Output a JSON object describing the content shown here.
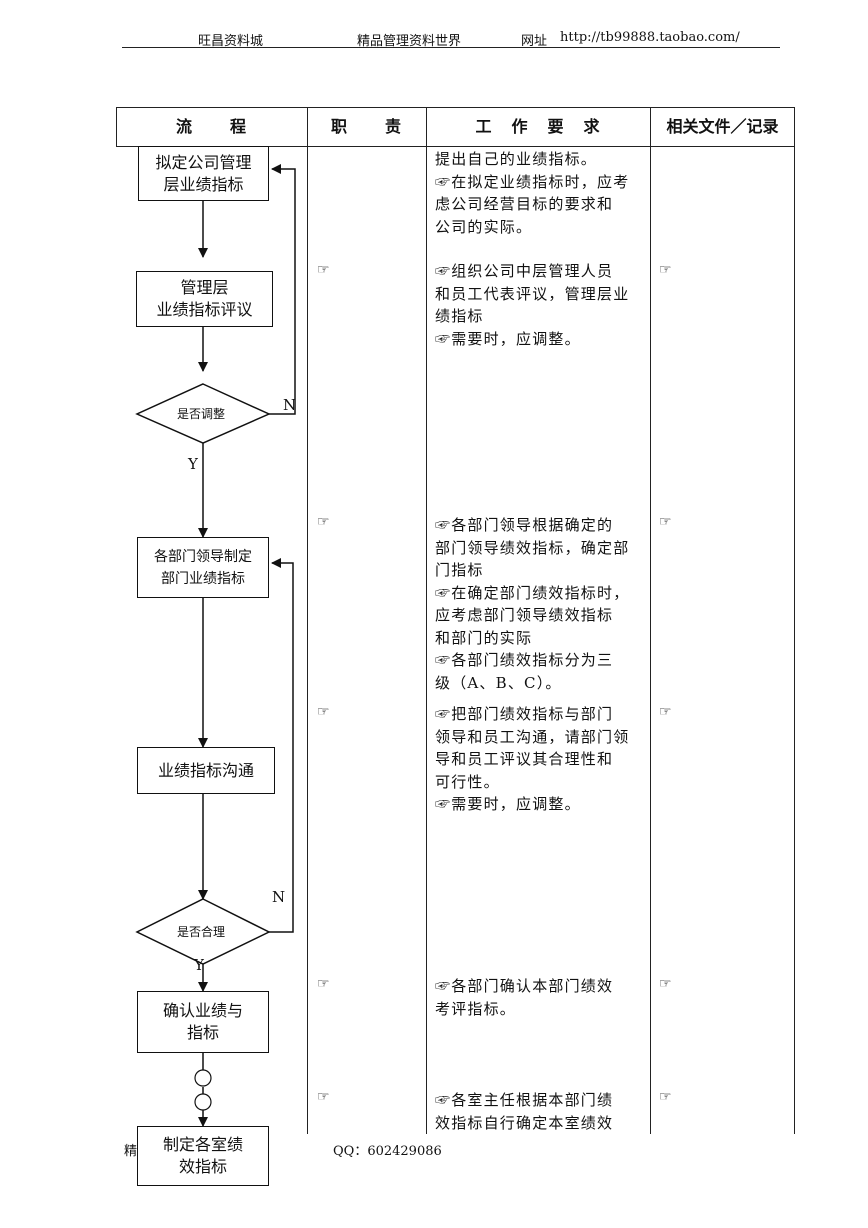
{
  "header": {
    "left": "旺昌资料城",
    "center": "精品管理资料世界",
    "url_label": "网址",
    "url": "http://tb99888.taobao.com/"
  },
  "table": {
    "col_flow": "流　　程",
    "col_duty": "职　　责",
    "col_req": "工　作　要　求",
    "col_docs": "相关文件／记录"
  },
  "flow": {
    "box1": [
      "拟定公司管理",
      "层业绩指标"
    ],
    "box2": [
      "管理层",
      "业绩指标评议"
    ],
    "decision1": "是否调整",
    "decision1_no": "N",
    "decision1_yes": "Y",
    "box3": [
      "各部门领导制定",
      "部门业绩指标"
    ],
    "box4": "业绩指标沟通",
    "decision2": "是否合理",
    "decision2_no": "N",
    "decision2_yes": "Y",
    "box5": [
      "确认业绩与",
      "指标"
    ],
    "connector1": "①",
    "connector2": "①",
    "box6": [
      "制定各室绩",
      "效指标"
    ]
  },
  "mark": "☞",
  "requirements": {
    "r1": [
      "提出自己的业绩指标。",
      "☞在拟定业绩指标时，应考",
      "虑公司经营目标的要求和",
      "公司的实际。"
    ],
    "r2": [
      "☞组织公司中层管理人员",
      "和员工代表评议，管理层业",
      "绩指标",
      "☞需要时，应调整。"
    ],
    "r3": [
      "☞各部门领导根据确定的",
      "部门领导绩效指标，确定部",
      "门指标",
      "☞在确定部门绩效指标时，",
      "应考虑部门领导绩效指标",
      "和部门的实际",
      "☞各部门绩效指标分为三",
      "级（A、B、C）。"
    ],
    "r4": [
      "☞把部门绩效指标与部门",
      "领导和员工沟通，请部门领",
      "导和员工评议其合理性和",
      "可行性。",
      "☞需要时，应调整。"
    ],
    "r5": [
      "☞各部门确认本部门绩效",
      "考评指标。"
    ],
    "r6": [
      "☞各室主任根据本部门绩",
      "效指标自行确定本室绩效"
    ]
  },
  "footer": {
    "left": "精",
    "qq": "QQ：602429086"
  }
}
